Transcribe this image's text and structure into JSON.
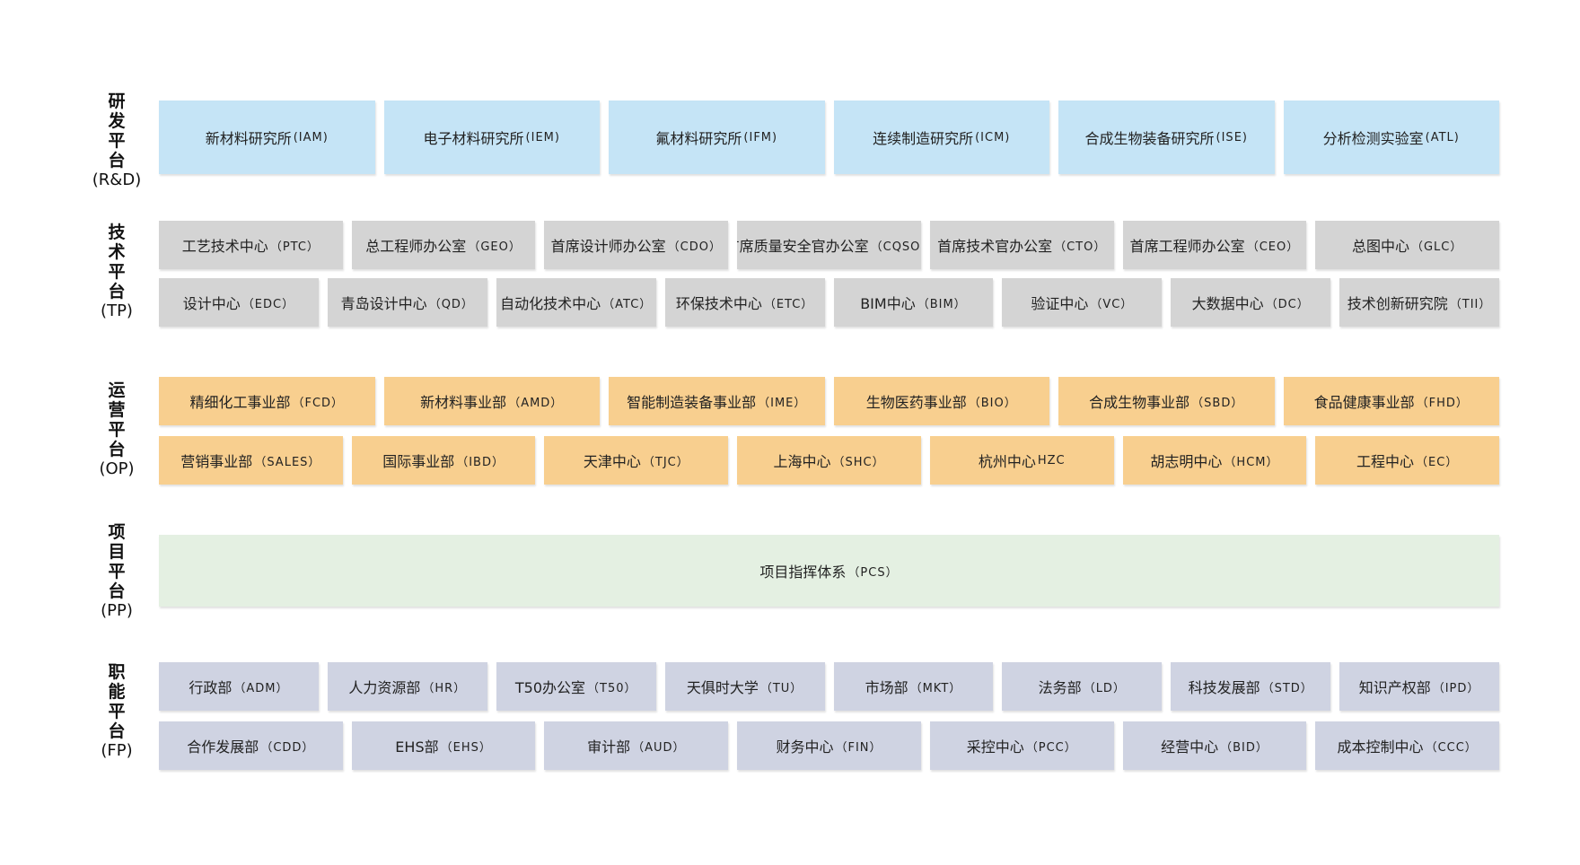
{
  "platforms": {
    "rd": {
      "label": [
        "研",
        "发",
        "平",
        "台"
      ],
      "abbr": "(R&D)",
      "rows": [
        [
          {
            "name": "新材料研究所",
            "code": "(IAM)"
          },
          {
            "name": "电子材料研究所",
            "code": "(IEM)"
          },
          {
            "name": "氟材料研究所",
            "code": "(IFM)"
          },
          {
            "name": "连续制造研究所",
            "code": "(ICM)"
          },
          {
            "name": "合成生物装备研究所",
            "code": "(ISE)"
          },
          {
            "name": "分析检测实验室",
            "code": "(ATL)"
          }
        ]
      ]
    },
    "tp": {
      "label": [
        "技",
        "术",
        "平",
        "台"
      ],
      "abbr": "(TP)",
      "rows": [
        [
          {
            "name": "工艺技术中心",
            "code": "（PTC）"
          },
          {
            "name": "总工程师办公室",
            "code": "（GEO）"
          },
          {
            "name": "首席设计师办公室",
            "code": "（CDO）"
          },
          {
            "name": "首席质量安全官办公室",
            "code": "（CQSO）"
          },
          {
            "name": "首席技术官办公室",
            "code": "（CTO）"
          },
          {
            "name": "首席工程师办公室",
            "code": "（CEO）"
          },
          {
            "name": "总图中心",
            "code": "（GLC）"
          }
        ],
        [
          {
            "name": "设计中心",
            "code": "（EDC）"
          },
          {
            "name": "青岛设计中心",
            "code": "（QD）"
          },
          {
            "name": "自动化技术中心",
            "code": "（ATC）"
          },
          {
            "name": "环保技术中心",
            "code": "（ETC）"
          },
          {
            "name": "BIM中心",
            "code": "（BIM）"
          },
          {
            "name": "验证中心",
            "code": "（VC）"
          },
          {
            "name": "大数据中心",
            "code": "（DC）"
          },
          {
            "name": "技术创新研究院",
            "code": "（TII）"
          }
        ]
      ]
    },
    "op": {
      "label": [
        "运",
        "营",
        "平",
        "台"
      ],
      "abbr": "(OP)",
      "rows": [
        [
          {
            "name": "精细化工事业部",
            "code": "（FCD）"
          },
          {
            "name": "新材料事业部",
            "code": "（AMD）"
          },
          {
            "name": "智能制造装备事业部",
            "code": "（IME）"
          },
          {
            "name": "生物医药事业部",
            "code": "（BIO）"
          },
          {
            "name": "合成生物事业部",
            "code": "（SBD）"
          },
          {
            "name": "食品健康事业部",
            "code": "（FHD）"
          }
        ],
        [
          {
            "name": "营销事业部",
            "code": "（SALES）"
          },
          {
            "name": "国际事业部",
            "code": "（IBD）"
          },
          {
            "name": "天津中心",
            "code": "（TJC）"
          },
          {
            "name": "上海中心",
            "code": "（SHC）"
          },
          {
            "name": "杭州中心",
            "code": "HZC"
          },
          {
            "name": "胡志明中心",
            "code": "（HCM）"
          },
          {
            "name": "工程中心",
            "code": "（EC）"
          }
        ]
      ]
    },
    "pp": {
      "label": [
        "项",
        "目",
        "平",
        "台"
      ],
      "abbr": "(PP)",
      "rows": [
        [
          {
            "name": "项目指挥体系",
            "code": "（PCS）"
          }
        ]
      ]
    },
    "fp": {
      "label": [
        "职",
        "能",
        "平",
        "台"
      ],
      "abbr": "(FP)",
      "rows": [
        [
          {
            "name": "行政部",
            "code": "（ADM）"
          },
          {
            "name": "人力资源部",
            "code": "（HR）"
          },
          {
            "name": "T50办公室",
            "code": "（T50）"
          },
          {
            "name": "天俱时大学",
            "code": "（TU）"
          },
          {
            "name": "市场部",
            "code": "（MKT）"
          },
          {
            "name": "法务部",
            "code": "（LD）"
          },
          {
            "name": "科技发展部",
            "code": "（STD）"
          },
          {
            "name": "知识产权部",
            "code": "（IPD）"
          }
        ],
        [
          {
            "name": "合作发展部",
            "code": "（CDD）"
          },
          {
            "name": "EHS部",
            "code": "（EHS）"
          },
          {
            "name": "审计部",
            "code": "（AUD）"
          },
          {
            "name": "财务中心",
            "code": "（FIN）"
          },
          {
            "name": "采控中心",
            "code": "（PCC）"
          },
          {
            "name": "经营中心",
            "code": "（BID）"
          },
          {
            "name": "成本控制中心",
            "code": "（CCC）"
          }
        ]
      ]
    }
  }
}
